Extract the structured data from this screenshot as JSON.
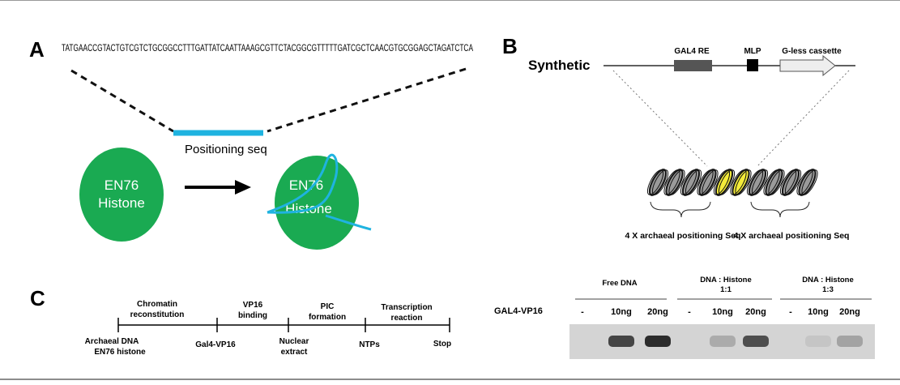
{
  "panel_a": {
    "letter": "A",
    "sequence": "TATGAACCGTACTGTCGTCTGCGGCCTTTGATTATCAATTAAAGCGTTCTACGGCGTTTTTGATCGCTCAACGTGCGGAGCTAGATCTCA",
    "positioning_label": "Positioning seq",
    "histone_left": [
      "EN76",
      "Histone"
    ],
    "histone_right": [
      "EN76",
      "Histone"
    ],
    "colors": {
      "histone": "#1aaa52",
      "dna": "#1fb3e0"
    }
  },
  "panel_b": {
    "letter": "B",
    "synthetic_label": "Synthetic",
    "gal4_label": "GAL4 RE",
    "mlp_label": "MLP",
    "cassette_label": "G-less cassette",
    "positioning_left": "4 X archaeal positioning Seq",
    "positioning_right": "4 X archaeal positioning  Seq",
    "gel": {
      "groups": [
        {
          "line1": "Free DNA",
          "line2": ""
        },
        {
          "line1": "DNA : Histone",
          "line2": "1:1"
        },
        {
          "line1": "DNA : Histone",
          "line2": "1:3"
        }
      ],
      "row_label": "GAL4-VP16",
      "lanes": [
        "-",
        "10ng",
        "20ng",
        "-",
        "10ng",
        "20ng",
        "-",
        "10ng",
        "20ng"
      ],
      "band_intensity": [
        0.0,
        0.8,
        0.95,
        0.0,
        0.2,
        0.75,
        0.0,
        0.05,
        0.25
      ]
    }
  },
  "panel_c": {
    "letter": "C",
    "steps_above": [
      {
        "line1": "Chromatin",
        "line2": "reconstitution"
      },
      {
        "line1": "VP16",
        "line2": "binding"
      },
      {
        "line1": "PIC",
        "line2": "formation"
      },
      {
        "line1": "Transcription",
        "line2": "reaction"
      }
    ],
    "labels_below": [
      {
        "line1": "Archaeal DNA",
        "line2": "EN76 histone"
      },
      {
        "line1": "Gal4-VP16",
        "line2": ""
      },
      {
        "line1": "Nuclear",
        "line2": "extract"
      },
      {
        "line1": "NTPs",
        "line2": ""
      },
      {
        "line1": "Stop",
        "line2": ""
      }
    ]
  }
}
